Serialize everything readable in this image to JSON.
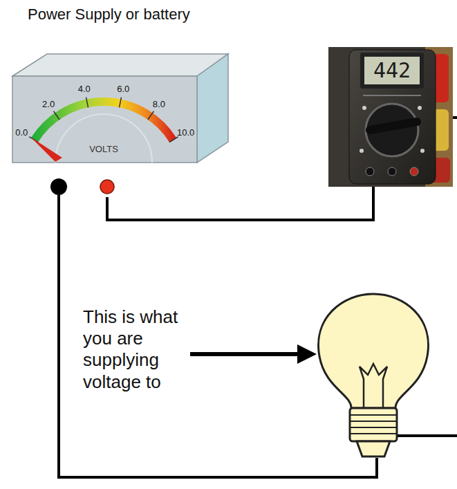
{
  "diagram": {
    "nodes": [
      {
        "text": [
          "Power Supply or battery",
          "0.0",
          "2.0",
          "4.0",
          "6.0",
          "8.0",
          "10.0",
          "VOLTS"
        ]
      },
      {
        "text": [
          "442"
        ]
      }
    ],
    "edges": [
      {
        "from": 0,
        "to": 1,
        "arrow": "none"
      }
    ],
    "labels": [
      "This is what you are supplying voltage to"
    ]
  }
}
